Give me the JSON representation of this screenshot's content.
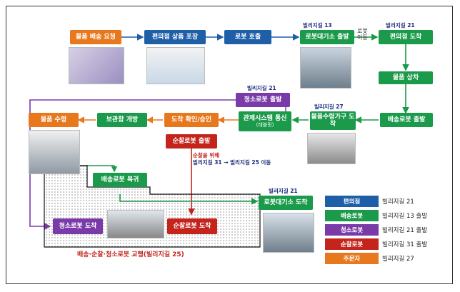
{
  "nodes": {
    "order": "물품 배송 요청",
    "store_pack": "편의점 상품 포장",
    "robot_call": "로봇 호출",
    "standby_depart": "로봇대기소 출발",
    "store_arrive": "편의점 도착",
    "load": "물품 상차",
    "delivery_depart": "배송로봇 출발",
    "receiver_arrive": "물품수령가구 도착",
    "control": "관제시스템 통신",
    "control_sub": "(태블릿)",
    "confirm": "도착 확인/승인",
    "locker": "보관함 개방",
    "receive": "물품 수령",
    "clean_depart": "청소로봇 출발",
    "patrol_depart": "순찰로봇 출발",
    "return": "배송로봇 복귀",
    "clean_arrive": "청소로봇 도착",
    "patrol_arrive": "순찰로봇 도착",
    "standby_arrive": "로봇대기소 도착"
  },
  "tags": {
    "t13": "빌리지길 13",
    "t21a": "빌리지길 21",
    "t27": "빌리지길 27",
    "t21b": "빌리지길 21",
    "t21c": "빌리지길 21",
    "robot_move": "로봇\n이동",
    "patrol_note1": "순찰을 위해",
    "patrol_note2": "빌리지길 31 → 빌리지길 25 이동"
  },
  "zone_label": "배송·순찰·청소로봇 교행(빌리지길 25)",
  "legend": [
    {
      "label": "편의점",
      "text": "빌리지길 21",
      "color": "#1f5fa8"
    },
    {
      "label": "배송로봇",
      "text": "빌리지길 13 출발",
      "color": "#1a9a4a"
    },
    {
      "label": "청소로봇",
      "text": "빌리지길 21 출발",
      "color": "#7a3aa8"
    },
    {
      "label": "순찰로봇",
      "text": "빌리지길 31 출발",
      "color": "#c4241c"
    },
    {
      "label": "주문자",
      "text": "빌리지길 27",
      "color": "#e8781e"
    }
  ],
  "colors": {
    "store": "#1f5fa8",
    "delivery": "#1a9a4a",
    "cleaning": "#7a3aa8",
    "patrol": "#c4241c",
    "customer": "#e8781e"
  }
}
